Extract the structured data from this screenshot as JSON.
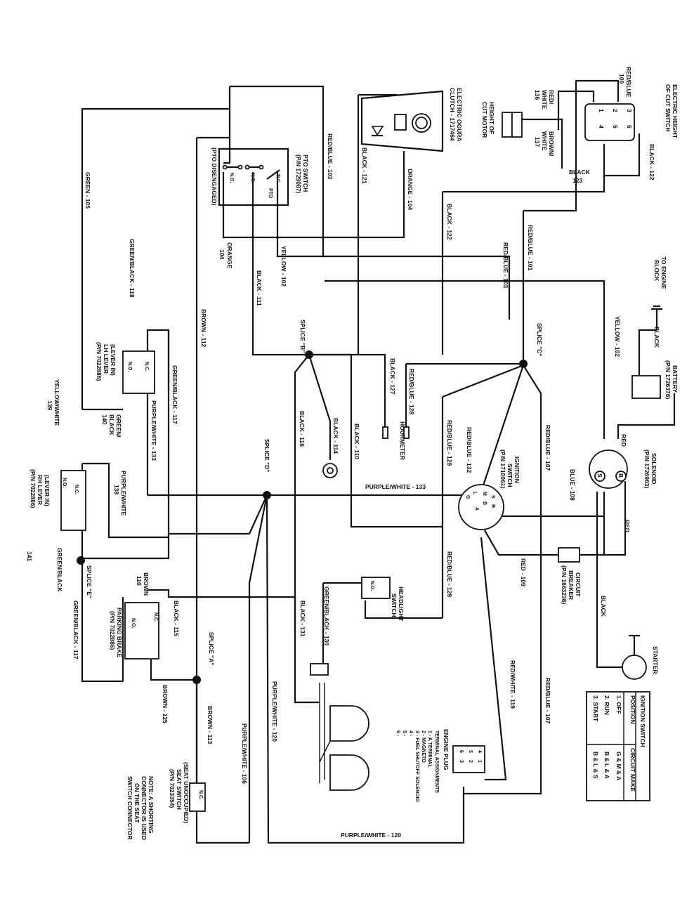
{
  "wire_labels": {
    "green_105": "GREEN - 105",
    "green_black_118": "GREEN/BLACK - 118",
    "brown_112": "BROWN - 112",
    "black_111": "BLACK - 111",
    "yellow_102": "YELLOW - 102",
    "orange_104_left": "ORANGE",
    "orange_104_left_num": "104",
    "red_blue_103_top": "RED/BLUE - 103",
    "black_121": "BLACK - 121",
    "orange_104": "ORANGE - 104",
    "black_122_mid": "BLACK - 122",
    "red_blue_103_right": "RED/BLUE - 103",
    "red_blue_101": "RED/BLUE - 101",
    "black_122_top": "BLACK - 122",
    "black_123": "BLACK",
    "black_123_num": "123",
    "yellow_102_right": "YELLOW - 102",
    "black_battery": "BLACK",
    "red_blue_107_top": "RED/BLUE - 107",
    "blue_108": "BLUE - 108",
    "red_solenoid": "RED",
    "red_right": "RED",
    "red_109": "RED - 109",
    "black_starter": "BLACK",
    "red_blue_107_bottom": "RED/BLUE - 107",
    "red_white_119": "RED/WHITE - 119",
    "red_blue_129_top": "RED/BLUE - 129",
    "red_blue_132": "RED/BLUE - 132",
    "red_blue_129_bottom": "RED/BLUE - 129",
    "black_127": "BLACK - 127",
    "red_blue_128": "RED/BLUE - 128",
    "black_110": "BLACK - 110",
    "black_114": "BLACK - 114",
    "black_116": "BLACK - 116",
    "purple_white_133_main": "PURPLE/WHITE - 133",
    "purple_white_133_left": "PURPLE/WHITE - 133",
    "green_black_117_top": "GREEN/BLACK - 117",
    "green_black_140": "GREEN/",
    "green_black_140b": "BLACK",
    "green_black_140c": "140",
    "yellow_white_139": "YELLOW/WHITE",
    "yellow_white_139_num": "139",
    "purple_white_138": "PURPLE/WHITE",
    "purple_white_138_num": "138",
    "green_black_141": "GREEN/BLACK",
    "green_black_141_num": "141",
    "green_black_117_bottom": "GREEN/BLACK - 117",
    "brown_110": "BROWN",
    "brown_110_num": "110",
    "black_115": "BLACK - 115",
    "brown_125": "BROWN - 125",
    "brown_113": "BROWN - 113",
    "purple_white_106": "PURPLE/WHITE - 106",
    "purple_white_120_vert": "PURPLE/WHITE - 120",
    "purple_white_120_bottom": "PURPLE/WHITE - 120",
    "black_131": "BLACK - 131",
    "green_black_130": "GREEN/BLACK - 130",
    "red_white_136": "RED/",
    "red_white_136b": "WHITE",
    "red_white_136c": "136",
    "red_blue_100": "RED/BLUE",
    "red_blue_100_num": "100",
    "brown_white_137": "BROWN/",
    "brown_white_137b": "WHITE",
    "brown_white_137c": "137"
  },
  "components": {
    "pto_switch": [
      "PTO SWITCH",
      "(P/N 1729087)",
      "(PTO DISENGAGED)"
    ],
    "pto_contacts": [
      "N.O.",
      "N.O.",
      "N.C.",
      "PTO"
    ],
    "clutch": [
      "ELECTRIC OGURA",
      "CLUTCH - 1717464"
    ],
    "height_motor": [
      "HEIGHT OF",
      "CUT MOTOR"
    ],
    "height_switch": [
      "ELECTRIC HEIGHT",
      "OF CUT SWITCH"
    ],
    "height_switch_pins": [
      "3",
      "6",
      "2",
      "5",
      "1",
      "4"
    ],
    "engine_block": [
      "TO ENGINE",
      "BLOCK"
    ],
    "battery": [
      "BATTERY",
      "(P/N 1726376)"
    ],
    "solenoid": [
      "SOLENOID",
      "(P/N 1726963)"
    ],
    "solenoid_pins": [
      "S",
      "B"
    ],
    "ignition": [
      "IGNITION",
      "SWITCH",
      "(P/N 1710061)"
    ],
    "ignition_pins": [
      "S",
      "R",
      "M",
      "B",
      "L",
      "G",
      "A"
    ],
    "circuit_breaker": [
      "CIRCUIT",
      "BREAKER",
      "(P/N 1663236)"
    ],
    "starter": "STARTER",
    "hourmeter": "HOURMETER",
    "headlight": [
      "HEADLIGHT",
      "SWITCH"
    ],
    "headlight_contact": "N.O.",
    "lh_lever": [
      "(LEVER IN)",
      "LH LEVER",
      "(P/N 7022886)"
    ],
    "rh_lever": [
      "(LEVER IN)",
      "RH LEVER",
      "(P/N 7022886)"
    ],
    "lever_contacts": [
      "N.C.",
      "N.O."
    ],
    "parking_brake": [
      "PARKING BRAKE",
      "(P/N 7022886)"
    ],
    "seat_switch": [
      "(SEAT UNOCCUPIED)",
      "SEAT SWITCH",
      "(P/N 7023354)"
    ],
    "seat_contact": "N.C.",
    "note": [
      "NOTE: A SHORTING",
      "CONNECTOR IS USED",
      "ON THE SEAT",
      "SWITCH CONNECTOR"
    ],
    "engine_plug": [
      "ENGINE PLUG",
      "TERMINAL ASSIGNMENTS",
      "1 - A TERMINAL",
      "2 - MAGNETO",
      "3 - FUEL SHUTOFF SOLENOID",
      "4 -",
      "5 -",
      "6 -"
    ],
    "engine_plug_pins": [
      "4",
      "1",
      "5",
      "2",
      "6",
      "3"
    ]
  },
  "splices": {
    "a": "SPLICE \"A\"",
    "b": "SPLICE \"B\"",
    "c": "SPLICE \"C\"",
    "d": "SPLICE \"D\"",
    "e": "SPLICE \"E\""
  },
  "ignition_table": {
    "headers": [
      "IGNITION SWITCH",
      "POSITION",
      "CIRCUIT MAKE"
    ],
    "rows": [
      [
        "1. OFF",
        "G & M & A"
      ],
      [
        "2. RUN",
        "B & L & A"
      ],
      [
        "3. START",
        "B & L & S"
      ]
    ]
  }
}
